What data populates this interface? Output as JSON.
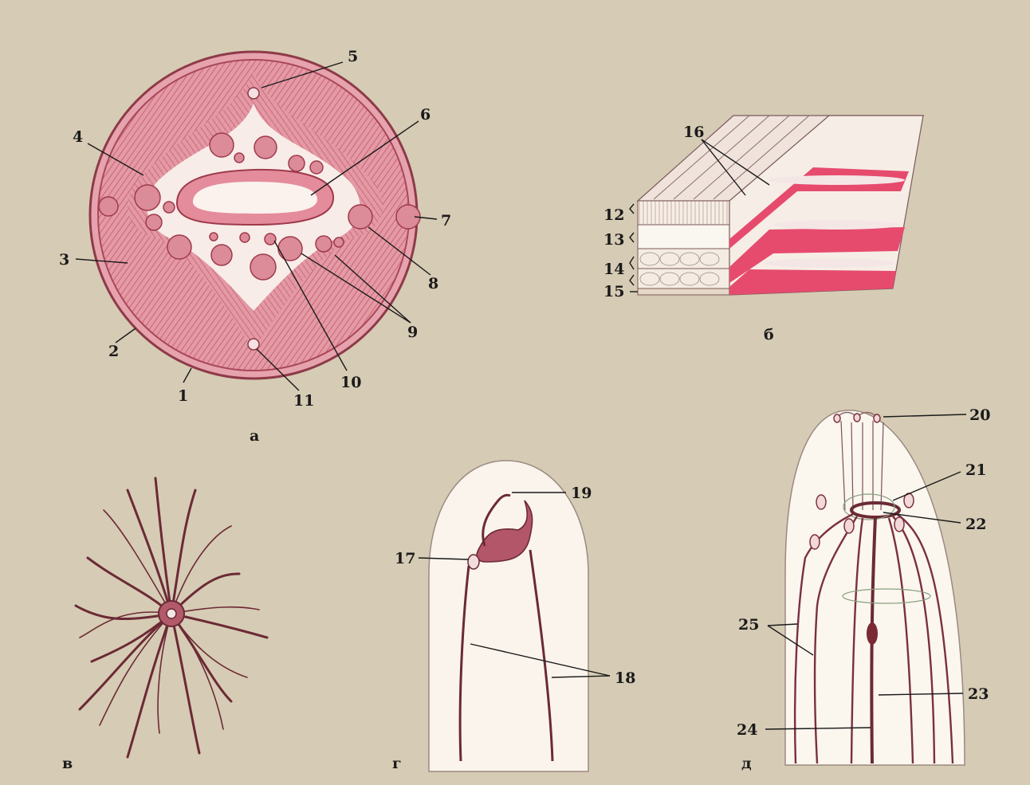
{
  "colors": {
    "background": "#d6cbb4",
    "tissue_pink": "#d97f8a",
    "tissue_dark": "#b24a5a",
    "muscle_red": "#e05070",
    "nerve": "#6b2a35",
    "pale_body": "#f8f1e6"
  },
  "panels": {
    "a": {
      "caption": "а",
      "labels": {
        "l1": "1",
        "l2": "2",
        "l3": "3",
        "l4": "4",
        "l5": "5",
        "l6": "6",
        "l7": "7",
        "l8": "8",
        "l9": "9",
        "l10": "10",
        "l11": "11"
      }
    },
    "b": {
      "caption": "б",
      "labels": {
        "l12": "12",
        "l13": "13",
        "l14": "14",
        "l15": "15",
        "l16": "16"
      }
    },
    "v": {
      "caption": "в"
    },
    "g": {
      "caption": "г",
      "labels": {
        "l17": "17",
        "l18": "18",
        "l19": "19"
      }
    },
    "d": {
      "caption": "д",
      "labels": {
        "l20": "20",
        "l21": "21",
        "l22": "22",
        "l23": "23",
        "l24": "24",
        "l25": "25"
      }
    }
  }
}
